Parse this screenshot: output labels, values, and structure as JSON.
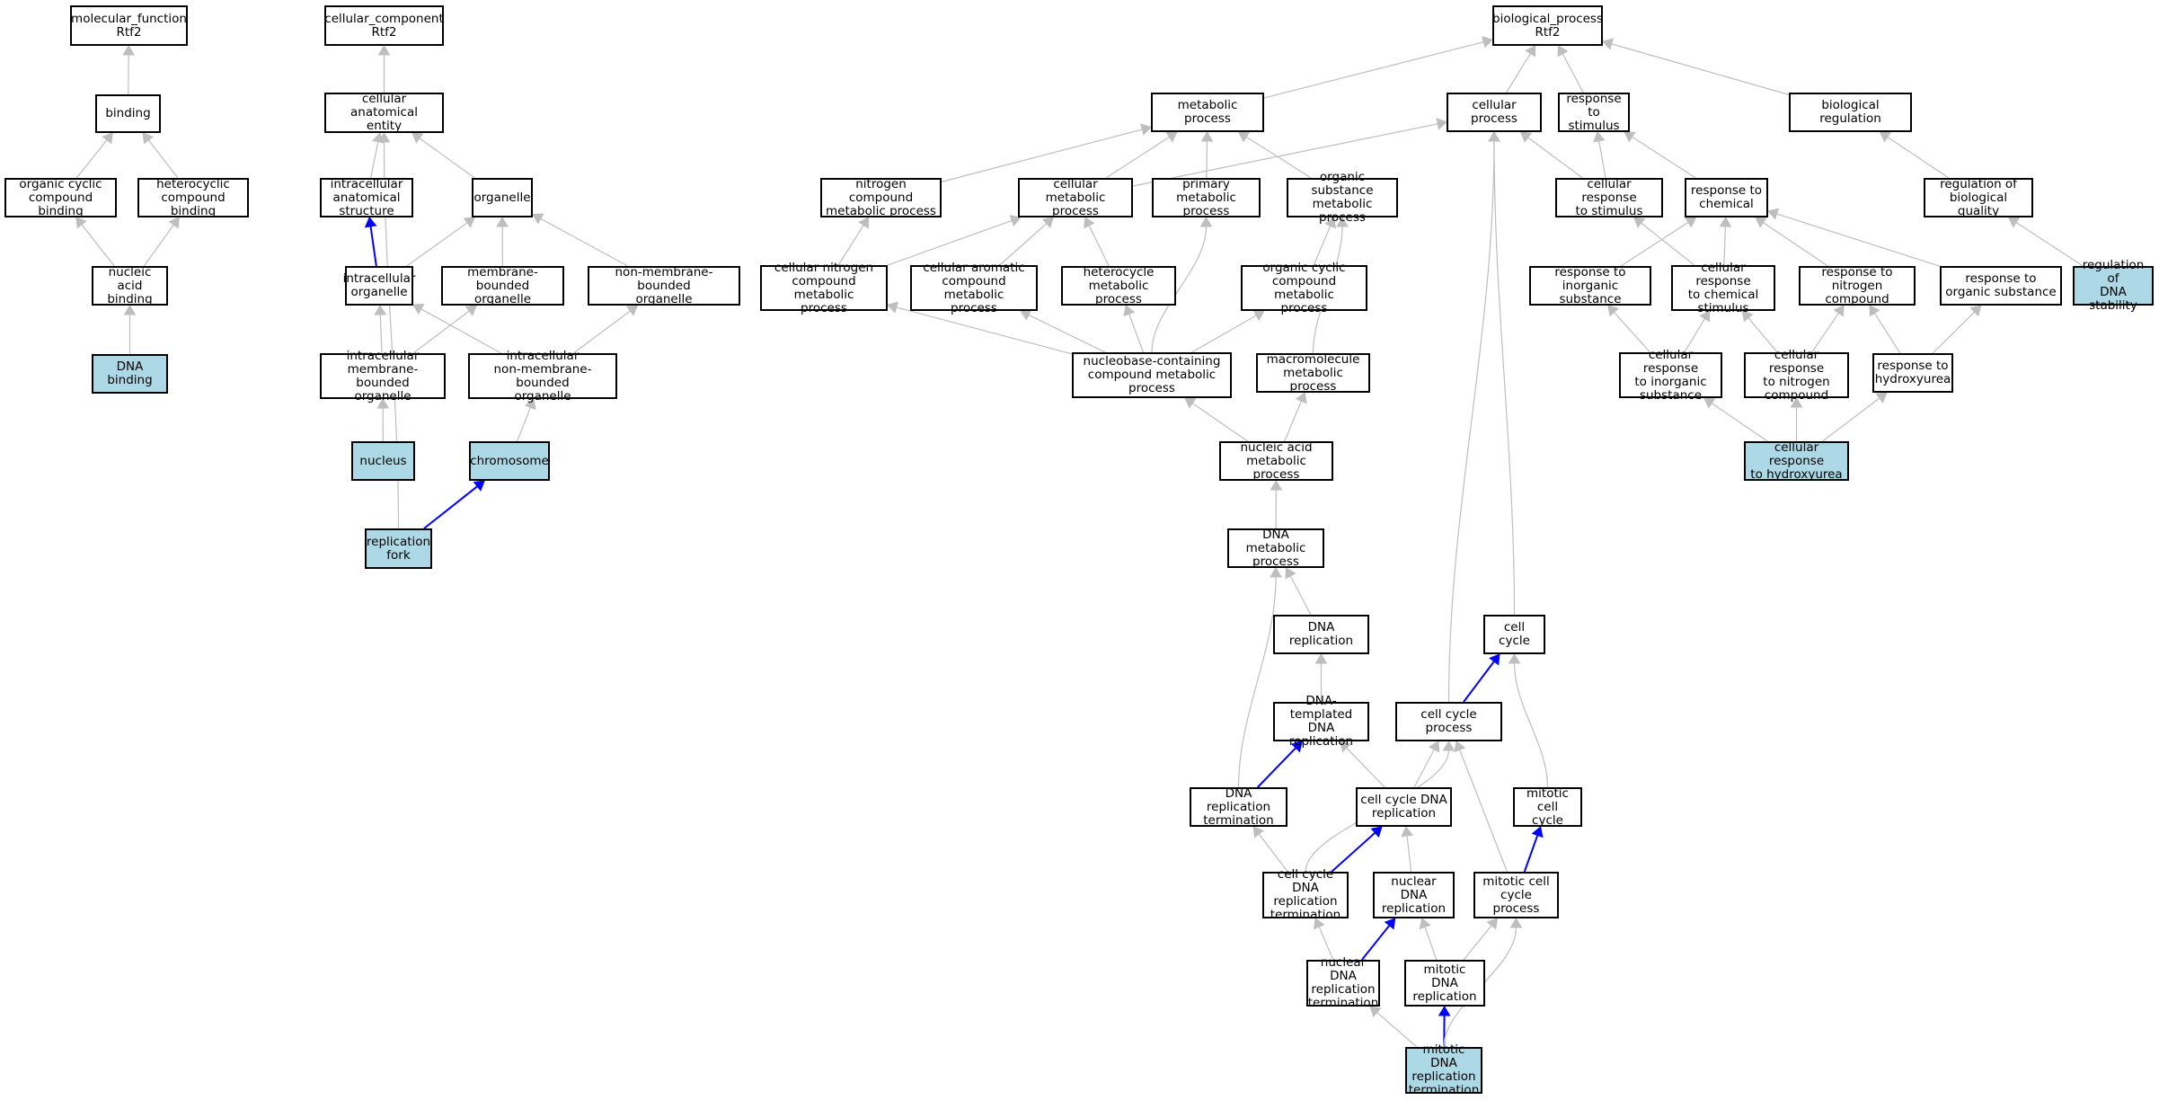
{
  "colors": {
    "highlight": "#add8e6",
    "edge_gray": "#bebebe",
    "edge_blue": "#0000ff",
    "border": "#000000"
  },
  "nodes": [
    {
      "id": "mf",
      "label": "molecular_function\nRtf2"
    },
    {
      "id": "binding",
      "label": "binding"
    },
    {
      "id": "ocb",
      "label": "organic cyclic\ncompound binding"
    },
    {
      "id": "hcb",
      "label": "heterocyclic\ncompound binding"
    },
    {
      "id": "nab",
      "label": "nucleic acid\nbinding"
    },
    {
      "id": "dnab",
      "label": "DNA binding",
      "highlight": true
    },
    {
      "id": "cc",
      "label": "cellular_component\nRtf2"
    },
    {
      "id": "cae",
      "label": "cellular anatomical\nentity"
    },
    {
      "id": "ias",
      "label": "intracellular\nanatomical structure"
    },
    {
      "id": "organelle",
      "label": "organelle"
    },
    {
      "id": "io",
      "label": "intracellular\norganelle"
    },
    {
      "id": "mbo",
      "label": "membrane-bounded\norganelle"
    },
    {
      "id": "nmbo",
      "label": "non-membrane-bounded\norganelle"
    },
    {
      "id": "imbo",
      "label": "intracellular\nmembrane-bounded\norganelle"
    },
    {
      "id": "inmbo",
      "label": "intracellular\nnon-membrane-bounded\norganelle"
    },
    {
      "id": "nucleus",
      "label": "nucleus",
      "highlight": true
    },
    {
      "id": "chromosome",
      "label": "chromosome",
      "highlight": true
    },
    {
      "id": "rfork",
      "label": "replication\nfork",
      "highlight": true
    },
    {
      "id": "bp",
      "label": "biological_process\nRtf2"
    },
    {
      "id": "metab",
      "label": "metabolic process"
    },
    {
      "id": "cellp",
      "label": "cellular process"
    },
    {
      "id": "rts",
      "label": "response to\nstimulus"
    },
    {
      "id": "breg",
      "label": "biological regulation"
    },
    {
      "id": "ncmp",
      "label": "nitrogen compound\nmetabolic process"
    },
    {
      "id": "cmp",
      "label": "cellular metabolic\nprocess"
    },
    {
      "id": "pmp",
      "label": "primary metabolic\nprocess"
    },
    {
      "id": "osmp",
      "label": "organic substance\nmetabolic process"
    },
    {
      "id": "crs",
      "label": "cellular response\nto stimulus"
    },
    {
      "id": "rtc",
      "label": "response to\nchemical"
    },
    {
      "id": "rbq",
      "label": "regulation of\nbiological quality"
    },
    {
      "id": "cncmp",
      "label": "cellular nitrogen\ncompound metabolic\nprocess"
    },
    {
      "id": "cacmp",
      "label": "cellular aromatic\ncompound metabolic\nprocess"
    },
    {
      "id": "hmp",
      "label": "heterocycle\nmetabolic process"
    },
    {
      "id": "occmp",
      "label": "organic cyclic\ncompound metabolic\nprocess"
    },
    {
      "id": "rtis",
      "label": "response to\ninorganic substance"
    },
    {
      "id": "crcs",
      "label": "cellular response\nto chemical\nstimulus"
    },
    {
      "id": "rtnc",
      "label": "response to\nnitrogen compound"
    },
    {
      "id": "rtos",
      "label": "response to\norganic substance"
    },
    {
      "id": "rds",
      "label": "regulation of\nDNA stability",
      "highlight": true
    },
    {
      "id": "nccmp",
      "label": "nucleobase-containing\ncompound metabolic\nprocess"
    },
    {
      "id": "mmp",
      "label": "macromolecule\nmetabolic process"
    },
    {
      "id": "cris",
      "label": "cellular response\nto inorganic\nsubstance"
    },
    {
      "id": "crnc",
      "label": "cellular response\nto nitrogen\ncompound"
    },
    {
      "id": "rth",
      "label": "response to\nhydroxyurea"
    },
    {
      "id": "namp",
      "label": "nucleic acid\nmetabolic process"
    },
    {
      "id": "crh",
      "label": "cellular response\nto hydroxyurea",
      "highlight": true
    },
    {
      "id": "dnamp",
      "label": "DNA metabolic\nprocess"
    },
    {
      "id": "dnarep",
      "label": "DNA replication"
    },
    {
      "id": "cellcycle",
      "label": "cell cycle"
    },
    {
      "id": "dtdr",
      "label": "DNA-templated\nDNA replication"
    },
    {
      "id": "ccp",
      "label": "cell cycle process"
    },
    {
      "id": "drt",
      "label": "DNA replication\ntermination"
    },
    {
      "id": "ccdr",
      "label": "cell cycle DNA\nreplication"
    },
    {
      "id": "mcc",
      "label": "mitotic cell\ncycle"
    },
    {
      "id": "ccdrt",
      "label": "cell cycle DNA\nreplication\ntermination"
    },
    {
      "id": "ndr",
      "label": "nuclear DNA\nreplication"
    },
    {
      "id": "mccp",
      "label": "mitotic cell\ncycle process"
    },
    {
      "id": "ndrt",
      "label": "nuclear DNA\nreplication\ntermination"
    },
    {
      "id": "mdr",
      "label": "mitotic DNA\nreplication"
    },
    {
      "id": "mdrt",
      "label": "mitotic DNA\nreplication\ntermination",
      "highlight": true
    }
  ],
  "edges": [
    {
      "from": "binding",
      "to": "mf"
    },
    {
      "from": "ocb",
      "to": "binding"
    },
    {
      "from": "hcb",
      "to": "binding"
    },
    {
      "from": "nab",
      "to": "ocb"
    },
    {
      "from": "nab",
      "to": "hcb"
    },
    {
      "from": "dnab",
      "to": "nab"
    },
    {
      "from": "cae",
      "to": "cc"
    },
    {
      "from": "ias",
      "to": "cae"
    },
    {
      "from": "organelle",
      "to": "cae"
    },
    {
      "from": "io",
      "to": "ias",
      "blue": true
    },
    {
      "from": "io",
      "to": "organelle"
    },
    {
      "from": "mbo",
      "to": "organelle"
    },
    {
      "from": "nmbo",
      "to": "organelle"
    },
    {
      "from": "imbo",
      "to": "io"
    },
    {
      "from": "imbo",
      "to": "mbo"
    },
    {
      "from": "inmbo",
      "to": "io"
    },
    {
      "from": "inmbo",
      "to": "nmbo"
    },
    {
      "from": "nucleus",
      "to": "imbo"
    },
    {
      "from": "chromosome",
      "to": "inmbo"
    },
    {
      "from": "rfork",
      "to": "chromosome",
      "blue": true
    },
    {
      "from": "rfork",
      "to": "cae",
      "curve": true
    },
    {
      "from": "metab",
      "to": "bp"
    },
    {
      "from": "cellp",
      "to": "bp"
    },
    {
      "from": "rts",
      "to": "bp"
    },
    {
      "from": "breg",
      "to": "bp"
    },
    {
      "from": "ncmp",
      "to": "metab"
    },
    {
      "from": "cmp",
      "to": "metab"
    },
    {
      "from": "cmp",
      "to": "cellp"
    },
    {
      "from": "pmp",
      "to": "metab"
    },
    {
      "from": "osmp",
      "to": "metab"
    },
    {
      "from": "crs",
      "to": "cellp"
    },
    {
      "from": "crs",
      "to": "rts"
    },
    {
      "from": "rtc",
      "to": "rts"
    },
    {
      "from": "rbq",
      "to": "breg"
    },
    {
      "from": "cncmp",
      "to": "ncmp"
    },
    {
      "from": "cncmp",
      "to": "cmp"
    },
    {
      "from": "cacmp",
      "to": "cmp"
    },
    {
      "from": "hmp",
      "to": "cmp"
    },
    {
      "from": "occmp",
      "to": "osmp"
    },
    {
      "from": "rtis",
      "to": "rtc"
    },
    {
      "from": "crcs",
      "to": "crs"
    },
    {
      "from": "crcs",
      "to": "rtc"
    },
    {
      "from": "rtnc",
      "to": "rtc"
    },
    {
      "from": "rtos",
      "to": "rtc"
    },
    {
      "from": "rds",
      "to": "rbq"
    },
    {
      "from": "nccmp",
      "to": "cncmp"
    },
    {
      "from": "nccmp",
      "to": "cacmp"
    },
    {
      "from": "nccmp",
      "to": "hmp"
    },
    {
      "from": "nccmp",
      "to": "pmp",
      "curve": true
    },
    {
      "from": "nccmp",
      "to": "occmp"
    },
    {
      "from": "mmp",
      "to": "osmp",
      "curve": true
    },
    {
      "from": "cris",
      "to": "rtis"
    },
    {
      "from": "cris",
      "to": "crcs"
    },
    {
      "from": "crnc",
      "to": "crcs"
    },
    {
      "from": "crnc",
      "to": "rtnc"
    },
    {
      "from": "rth",
      "to": "rtnc"
    },
    {
      "from": "rth",
      "to": "rtos"
    },
    {
      "from": "namp",
      "to": "nccmp"
    },
    {
      "from": "namp",
      "to": "mmp"
    },
    {
      "from": "crh",
      "to": "cris"
    },
    {
      "from": "crh",
      "to": "crnc"
    },
    {
      "from": "crh",
      "to": "rth"
    },
    {
      "from": "dnamp",
      "to": "namp"
    },
    {
      "from": "dnarep",
      "to": "dnamp"
    },
    {
      "from": "cellcycle",
      "to": "cellp",
      "curve": true
    },
    {
      "from": "dtdr",
      "to": "dnarep"
    },
    {
      "from": "ccp",
      "to": "cellcycle",
      "blue": true
    },
    {
      "from": "ccp",
      "to": "cellp",
      "curve": true
    },
    {
      "from": "drt",
      "to": "dtdr",
      "blue": true
    },
    {
      "from": "drt",
      "to": "dnamp",
      "curve": true
    },
    {
      "from": "ccdr",
      "to": "dtdr"
    },
    {
      "from": "ccdr",
      "to": "ccp"
    },
    {
      "from": "mcc",
      "to": "cellcycle",
      "curve": true
    },
    {
      "from": "ccdrt",
      "to": "drt"
    },
    {
      "from": "ccdrt",
      "to": "ccdr",
      "blue": true
    },
    {
      "from": "ccdrt",
      "to": "ccp",
      "curve": true
    },
    {
      "from": "ndr",
      "to": "ccdr"
    },
    {
      "from": "mccp",
      "to": "ccp"
    },
    {
      "from": "mccp",
      "to": "mcc",
      "blue": true
    },
    {
      "from": "ndrt",
      "to": "ccdrt"
    },
    {
      "from": "ndrt",
      "to": "ndr",
      "blue": true
    },
    {
      "from": "mdr",
      "to": "ndr"
    },
    {
      "from": "mdr",
      "to": "mccp"
    },
    {
      "from": "mdrt",
      "to": "ndrt"
    },
    {
      "from": "mdrt",
      "to": "mdr",
      "blue": true
    },
    {
      "from": "mdrt",
      "to": "mccp",
      "curve": true
    }
  ]
}
